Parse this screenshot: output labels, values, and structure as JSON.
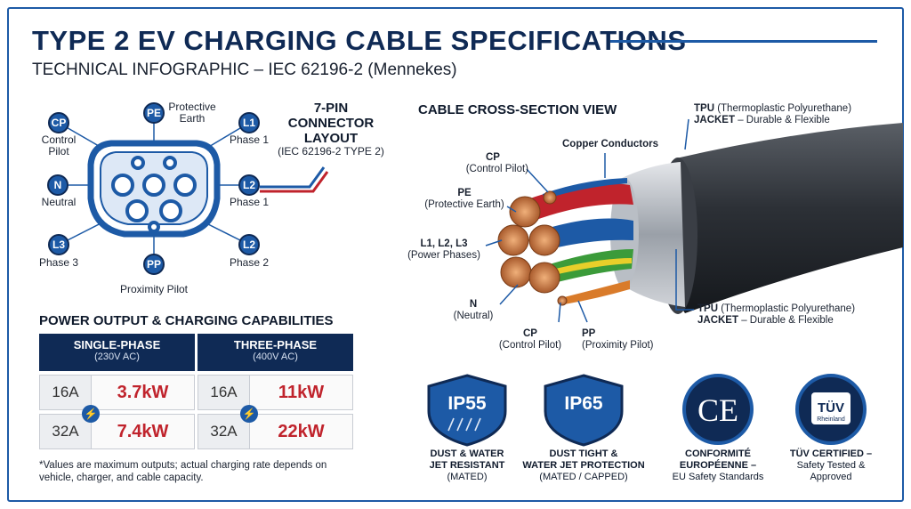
{
  "header": {
    "title": "TYPE 2 EV CHARGING CABLE SPECIFICATIONS",
    "subtitle": "TECHNICAL INFOGRAPHIC – IEC 62196-2 (Mennekes)"
  },
  "connector": {
    "heading_lines": [
      "7-PIN",
      "CONNECTOR",
      "LAYOUT"
    ],
    "subheading": "(IEC 62196-2 TYPE 2)",
    "pins": [
      {
        "code": "CP",
        "label_lines": [
          "Control",
          "Pilot"
        ]
      },
      {
        "code": "PE",
        "label_lines": [
          "Protective",
          "Earth"
        ]
      },
      {
        "code": "L1",
        "label_lines": [
          "Phase 1"
        ]
      },
      {
        "code": "N",
        "label_lines": [
          "Neutral"
        ]
      },
      {
        "code": "L2",
        "label_lines": [
          "Phase 1"
        ]
      },
      {
        "code": "L3",
        "label_lines": [
          "Phase 3"
        ]
      },
      {
        "code": "L2",
        "label_lines": [
          "Phase 2"
        ]
      },
      {
        "code": "PP",
        "label_lines": [
          "Proximity Pilot"
        ]
      }
    ]
  },
  "power": {
    "heading": "POWER OUTPUT & CHARGING CAPABILITIES",
    "tables": [
      {
        "title": "SINGLE-PHASE",
        "subtitle": "(230V AC)",
        "rows": [
          {
            "amps": "16A",
            "kw": "3.7kW"
          },
          {
            "amps": "32A",
            "kw": "7.4kW"
          }
        ]
      },
      {
        "title": "THREE-PHASE",
        "subtitle": "(400V AC)",
        "rows": [
          {
            "amps": "16A",
            "kw": "11kW"
          },
          {
            "amps": "32A",
            "kw": "22kW"
          }
        ]
      }
    ],
    "footnote": "*Values are maximum outputs; actual charging rate depends on vehicle, charger, and cable capacity."
  },
  "cable": {
    "heading": "CABLE CROSS-SECTION VIEW",
    "labels": {
      "tpu_top": {
        "bold": "TPU",
        "rest": " (Thermoplastic Polyurethane)",
        "bold2": "JACKET",
        "rest2": " – Durable & Flexible"
      },
      "copper": "Copper Conductors",
      "cp_top": {
        "code": "CP",
        "desc": "(Control Pilot)"
      },
      "pe": {
        "code": "PE",
        "desc": "(Protective Earth)"
      },
      "power": {
        "code": "L1, L2, L3",
        "desc": "(Power Phases)"
      },
      "n": {
        "code": "N",
        "desc": "(Neutral)"
      },
      "cp_bottom": {
        "code": "CP",
        "desc": "(Control Pilot)"
      },
      "pp": {
        "code": "PP",
        "desc": "(Proximity Pilot)"
      },
      "tpu_bottom": {
        "bold": "TPU",
        "rest": " (Thermoplastic Polyurethane)",
        "bold2": "JACKET",
        "rest2": " – Durable & Flexible"
      }
    }
  },
  "badges": [
    {
      "mark": "IP55",
      "line1": "DUST & WATER",
      "line2": "JET RESISTANT",
      "line3": "(MATED)"
    },
    {
      "mark": "IP65",
      "line1": "DUST TIGHT &",
      "line2": "WATER JET PROTECTION",
      "line3": "(MATED / CAPPED)"
    },
    {
      "mark": "CE",
      "line1": "CONFORMITÉ",
      "line2": "EUROPÉENNE –",
      "line3": "EU Safety Standards"
    },
    {
      "mark": "TÜV",
      "sub": "Rheinland",
      "line1": "TÜV CERTIFIED –",
      "line2": "Safety Tested &",
      "line3": "Approved"
    }
  ],
  "colors": {
    "navy": "#0f2a55",
    "accent_blue": "#1d5aa6",
    "kw_red": "#c0232c"
  }
}
